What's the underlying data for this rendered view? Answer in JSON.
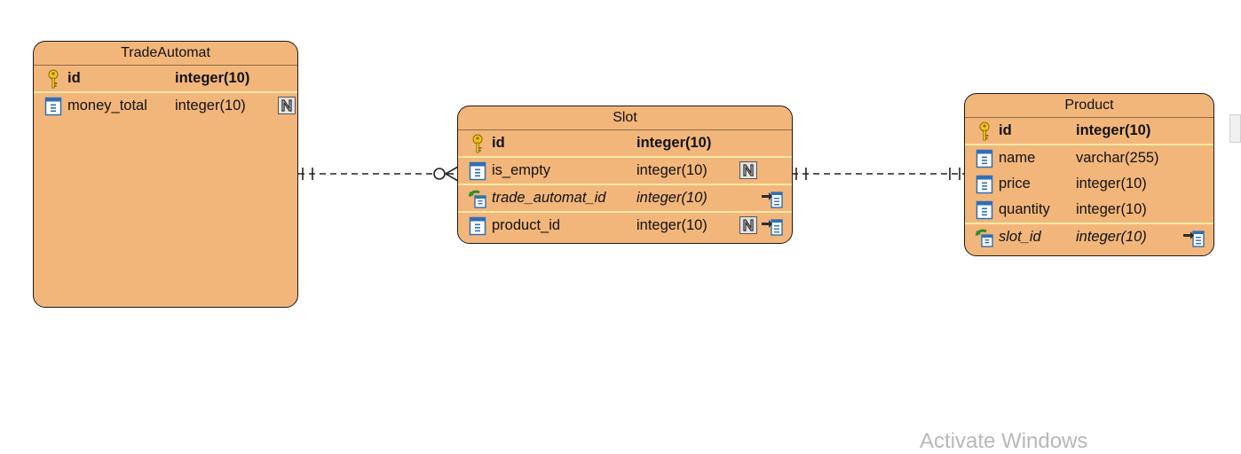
{
  "entities": {
    "trade_automat": {
      "name": "TradeAutomat",
      "columns": [
        {
          "name": "id",
          "type": "integer(10)",
          "key": "pk"
        },
        {
          "name": "money_total",
          "type": "integer(10)",
          "nullable": true
        }
      ]
    },
    "slot": {
      "name": "Slot",
      "columns": [
        {
          "name": "id",
          "type": "integer(10)",
          "key": "pk"
        },
        {
          "name": "is_empty",
          "type": "integer(10)",
          "nullable": true
        },
        {
          "name": "trade_automat_id",
          "type": "integer(10)",
          "key": "fk"
        },
        {
          "name": "product_id",
          "type": "integer(10)",
          "nullable": true
        }
      ]
    },
    "product": {
      "name": "Product",
      "columns": [
        {
          "name": "id",
          "type": "integer(10)",
          "key": "pk"
        },
        {
          "name": "name",
          "type": "varchar(255)"
        },
        {
          "name": "price",
          "type": "integer(10)"
        },
        {
          "name": "quantity",
          "type": "integer(10)"
        },
        {
          "name": "slot_id",
          "type": "integer(10)",
          "key": "fk"
        }
      ]
    }
  },
  "relationships": [
    {
      "from": "TradeAutomat",
      "to": "Slot",
      "from_cardinality": "one",
      "to_cardinality": "zero-or-many"
    },
    {
      "from": "Slot",
      "to": "Product",
      "from_cardinality": "one",
      "to_cardinality": "one"
    }
  ],
  "icons": {
    "primary_key": "key-icon",
    "column": "column-icon",
    "foreign_key": "foreign-key-icon",
    "nullable": "nullable-n-icon",
    "fk_reference": "fk-reference-icon"
  },
  "colors": {
    "entity_fill": "#f2b67b",
    "key_row_divider": "#f7e9a6"
  },
  "watermark": "Activate Windows"
}
